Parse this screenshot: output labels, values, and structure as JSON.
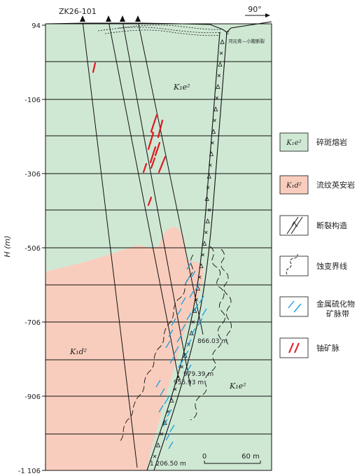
{
  "diagram": {
    "borehole_label": "ZK26-101",
    "dip_label": "90°",
    "y_axis_label": "H (m)",
    "y_ticks": [
      "94",
      "-106",
      "-306",
      "-506",
      "-706",
      "-906",
      "-1 106"
    ],
    "fault_label": "F",
    "fault_name": "河元背—小陂断裂",
    "unit_k1e2": "K₁e²",
    "unit_k1d2": "K₁d²",
    "depth_labels": [
      "866.03 m",
      "979.39 m",
      "955.93 m",
      "1 206.50 m"
    ],
    "scale_start": "0",
    "scale_end": "60 m"
  },
  "legend": {
    "items": [
      {
        "symbol": "K₁e²",
        "label": "碎斑熔岩",
        "color": "#cfe8d4"
      },
      {
        "symbol": "K₁d²",
        "label": "流纹英安岩",
        "color": "#f9cdbd"
      },
      {
        "symbol": "",
        "label": "断裂构造",
        "color": "#222222"
      },
      {
        "symbol": "",
        "label": "蚀变界线",
        "color": "#222222"
      },
      {
        "symbol": "",
        "label": "金属硫化物矿脉带",
        "color": "#1aa0de"
      },
      {
        "symbol": "",
        "label": "铀矿脉",
        "color": "#e0191f"
      }
    ]
  }
}
